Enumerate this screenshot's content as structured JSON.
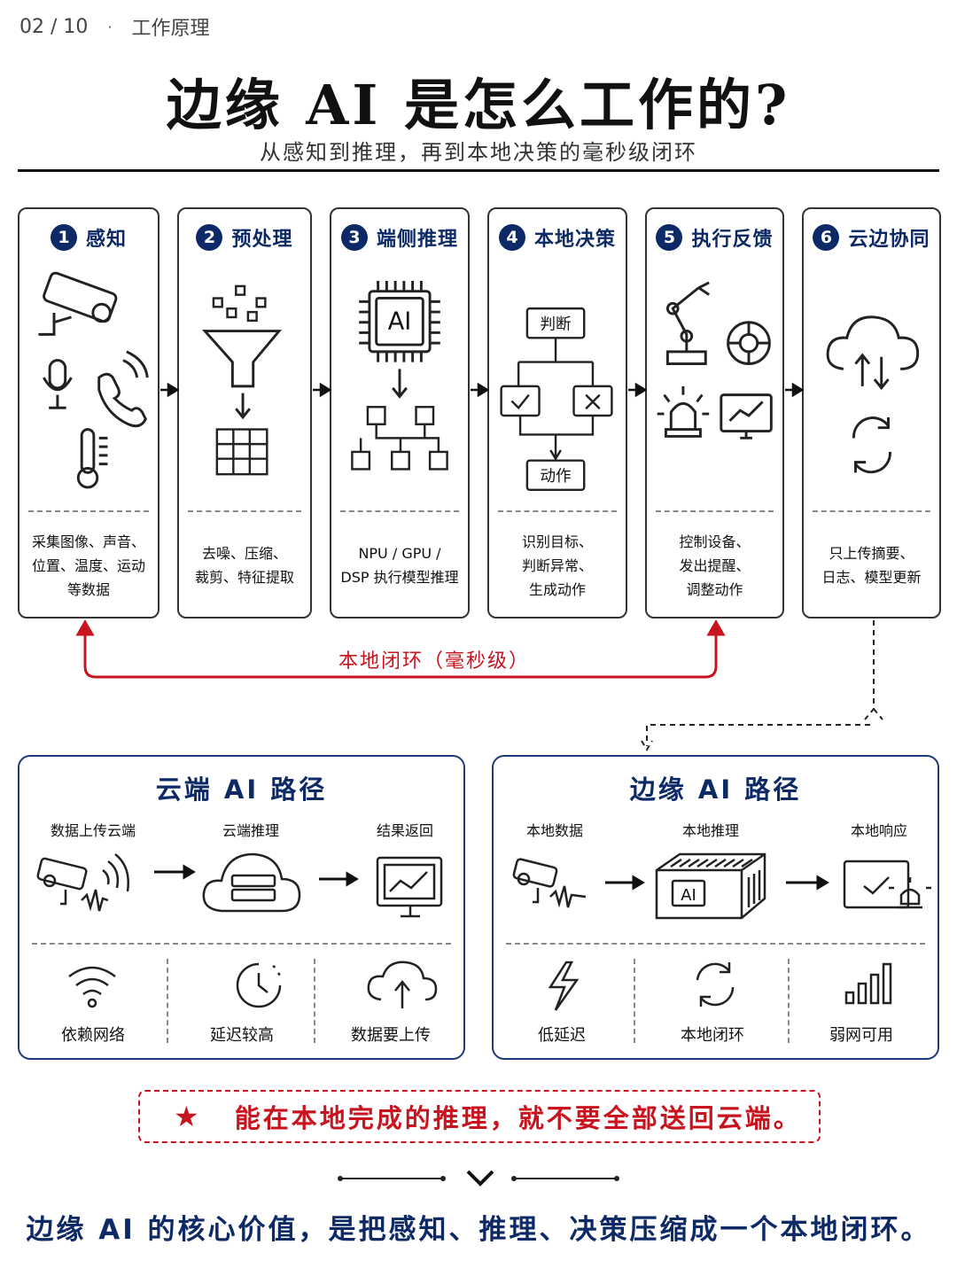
{
  "header": {
    "page": "02 / 10",
    "dot": "·",
    "section": "工作原理"
  },
  "title": "边缘 AI 是怎么工作的?",
  "subtitle": "从感知到推理，再到本地决策的毫秒级闭环",
  "steps": [
    {
      "num": "1",
      "title": "感知",
      "desc": [
        "采集图像、声音、",
        "位置、温度、运动",
        "等数据"
      ]
    },
    {
      "num": "2",
      "title": "预处理",
      "desc": [
        "去噪、压缩、",
        "裁剪、特征提取"
      ]
    },
    {
      "num": "3",
      "title": "端侧推理",
      "chip": "AI",
      "desc": [
        "NPU / GPU /",
        "DSP 执行模型推理"
      ]
    },
    {
      "num": "4",
      "title": "本地决策",
      "judge": "判断",
      "action": "动作",
      "desc": [
        "识别目标、",
        "判断异常、",
        "生成动作"
      ]
    },
    {
      "num": "5",
      "title": "执行反馈",
      "desc": [
        "控制设备、",
        "发出提醒、",
        "调整动作"
      ]
    },
    {
      "num": "6",
      "title": "云边协同",
      "desc": [
        "只上传摘要、",
        "日志、模型更新"
      ]
    }
  ],
  "loop_label": "本地闭环（毫秒级）",
  "cloud_path": {
    "title": "云端 AI 路径",
    "stages": [
      "数据上传云端",
      "云端推理",
      "结果返回"
    ],
    "features": [
      "依赖网络",
      "延迟较高",
      "数据要上传"
    ]
  },
  "edge_path": {
    "title": "边缘 AI 路径",
    "stages": [
      "本地数据",
      "本地推理",
      "本地响应"
    ],
    "chip": "AI",
    "features": [
      "低延迟",
      "本地闭环",
      "弱网可用"
    ]
  },
  "tip": {
    "star": "★",
    "text": "能在本地完成的推理，就不要全部送回云端。"
  },
  "conclusion": "边缘 AI 的核心价值，是把感知、推理、决策压缩成一个本地闭环。",
  "colors": {
    "navy": "#0d2a66",
    "red": "#c8141e",
    "ink": "#111111"
  }
}
